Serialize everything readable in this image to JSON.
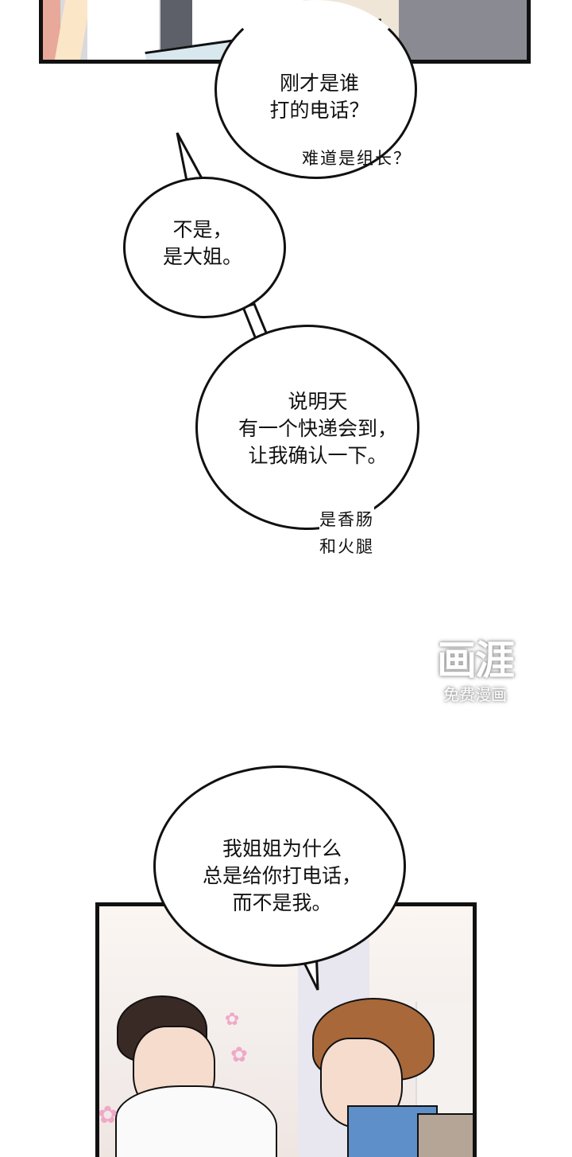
{
  "comic": {
    "panels": [
      {
        "id": "top-panel",
        "description": "partial art panel with figures in white/blue/grey clothing"
      },
      {
        "id": "bottom-panel",
        "description": "two men sitting side by side, dark-haired man resting face in hands with pink flowers, brown-haired man in blue shirt looking at him"
      }
    ],
    "bubbles": [
      {
        "id": "bubble-1",
        "lines": "刚才是谁\n打的电话？"
      },
      {
        "id": "bubble-2",
        "lines": "不是，\n是大姐。"
      },
      {
        "id": "bubble-3",
        "lines": "说明天\n有一个快递会到，\n让我确认一下。"
      },
      {
        "id": "bubble-4",
        "lines": "我姐姐为什么\n总是给你打电话，\n而不是我。"
      }
    ],
    "side_texts": [
      {
        "id": "aside-1",
        "text": "难道是组长？"
      },
      {
        "id": "aside-2",
        "text": "是香肠\n和火腿"
      }
    ],
    "watermark": {
      "logo": "画涯",
      "subtitle": "免费漫画"
    }
  },
  "colors": {
    "ink": "#111111",
    "background": "#ffffff",
    "flower_pink": "#f0a8c8",
    "shirt_blue": "#5e8fc8",
    "hair_brown": "#a8683a",
    "hair_dark": "#3a2a26",
    "skin": "#f6dccd"
  }
}
